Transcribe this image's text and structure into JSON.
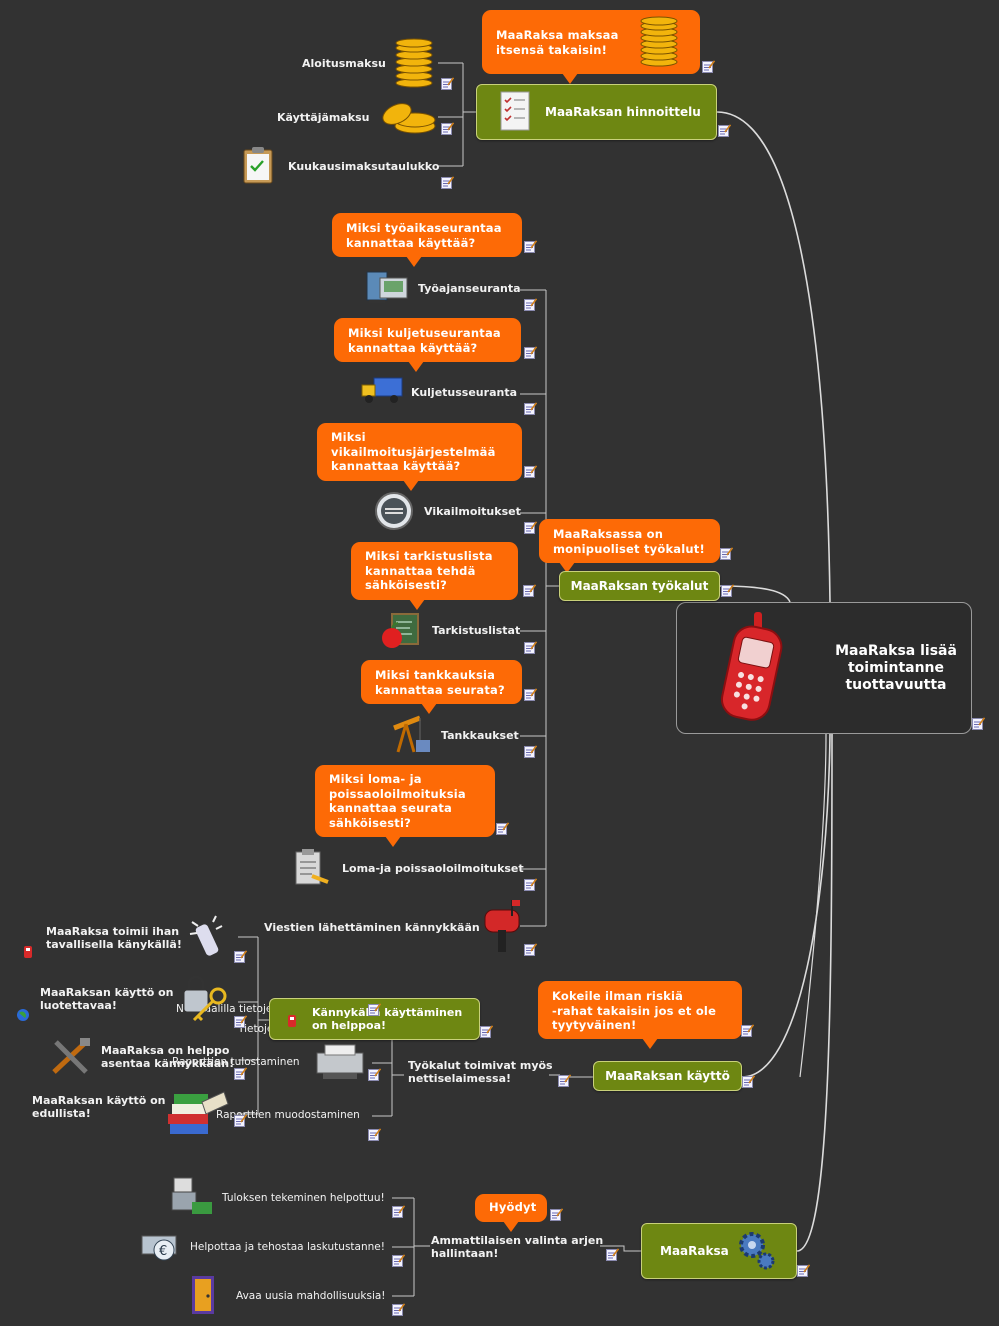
{
  "central": {
    "title": "MaaRaksa lisää\ntoimintanne\ntuottavuutta",
    "icon": "mobile-phone-icon"
  },
  "colors": {
    "background": "#323232",
    "topic": "#6e8712",
    "callout": "#fd6a06",
    "link": "#dcdcdc"
  },
  "pricing": {
    "topic": "MaaRaksan hinnoittelu",
    "callout": "MaaRaksa maksaa\nitsensä takaisin!",
    "items": [
      "Aloitusmaksu",
      "Käyttäjämaksu",
      "Kuukausimaksutaulukko"
    ]
  },
  "tools": {
    "topic": "MaaRaksan työkalut",
    "callout": "MaaRaksassa on\nmonipuoliset työkalut!",
    "items": [
      {
        "label": "Työajanseuranta",
        "callout": "Miksi työaikaseurantaa\nkannattaa käyttää?"
      },
      {
        "label": "Kuljetusseuranta",
        "callout": "Miksi kuljetuseurantaa\nkannattaa käyttää?"
      },
      {
        "label": "Vikailmoitukset",
        "callout": "Miksi\nvikailmoitusjärjestelmää\nkannattaa käyttää?"
      },
      {
        "label": "Tarkistuslistat",
        "callout": "Miksi tarkistuslista\nkannattaa tehdä\nsähköisesti?"
      },
      {
        "label": "Tankkaukset",
        "callout": "Miksi tankkauksia\nkannattaa seurata?"
      },
      {
        "label": "Loma-ja poissaoloilmoitukset",
        "callout": "Miksi loma- ja\npoissaoloilmoituksia\nkannattaa seurata\nsähköisesti?"
      },
      {
        "label": "Viestien lähettäminen kännykkään",
        "callout": ""
      }
    ]
  },
  "usage": {
    "topic": "MaaRaksan käyttö",
    "callout": "Kokeile ilman riskiä\n-rahat takaisin jos et ole\ntyytyväinen!",
    "subtopic": "Kännykällä käyttäminen\non helppoa!",
    "web": "Työkalut toimivat myös\nnettiselaimessa!",
    "web_items": [
      "Normaalilla tietojen kirjaaminen",
      "Tietojen muokkaaminen",
      "Raporttien tulostaminen",
      "Raporttien muodostaminen"
    ],
    "phone_items": [
      "MaaRaksa toimii ihan\ntavallisella känykällä!",
      "MaaRaksan käyttö on\nluotettavaa!",
      "MaaRaksa on helppo\nasentaa kännykkään!",
      "MaaRaksan käyttö on\nedullista!"
    ]
  },
  "benefits": {
    "topic": "MaaRaksa",
    "callout": "Hyödyt",
    "subtopic": "Ammattilaisen valinta arjen\nhallintaan!",
    "items": [
      "Tuloksen tekeminen helpottuu!",
      "Helpottaa ja tehostaa laskutustanne!",
      "Avaa uusia mahdollisuuksia!"
    ]
  }
}
